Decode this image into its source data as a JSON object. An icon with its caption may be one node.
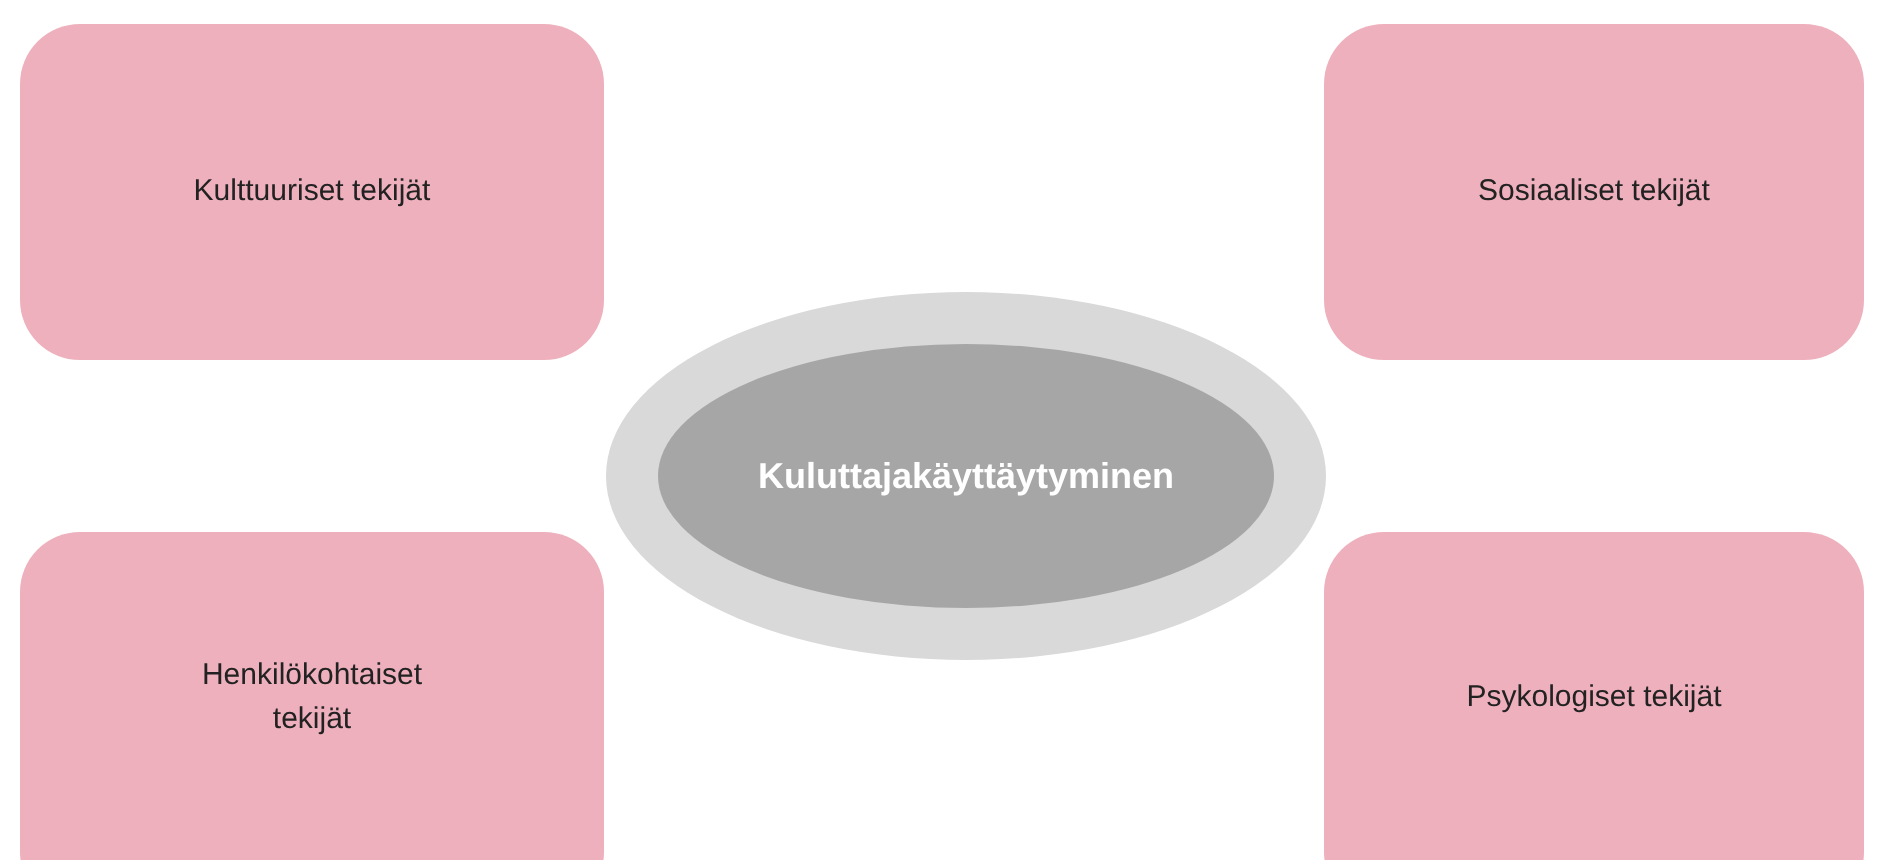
{
  "diagram": {
    "nodes": [
      {
        "text": [
          "Kulttuuriset tekijät"
        ]
      },
      {
        "text": [
          "Sosiaaliset tekijät"
        ]
      },
      {
        "text": [
          "Kuluttajakäyttäytyminen"
        ]
      },
      {
        "text": [
          "Henkilökohtaiset tekijät"
        ]
      },
      {
        "text": [
          "Psykologiset tekijät"
        ]
      }
    ]
  }
}
